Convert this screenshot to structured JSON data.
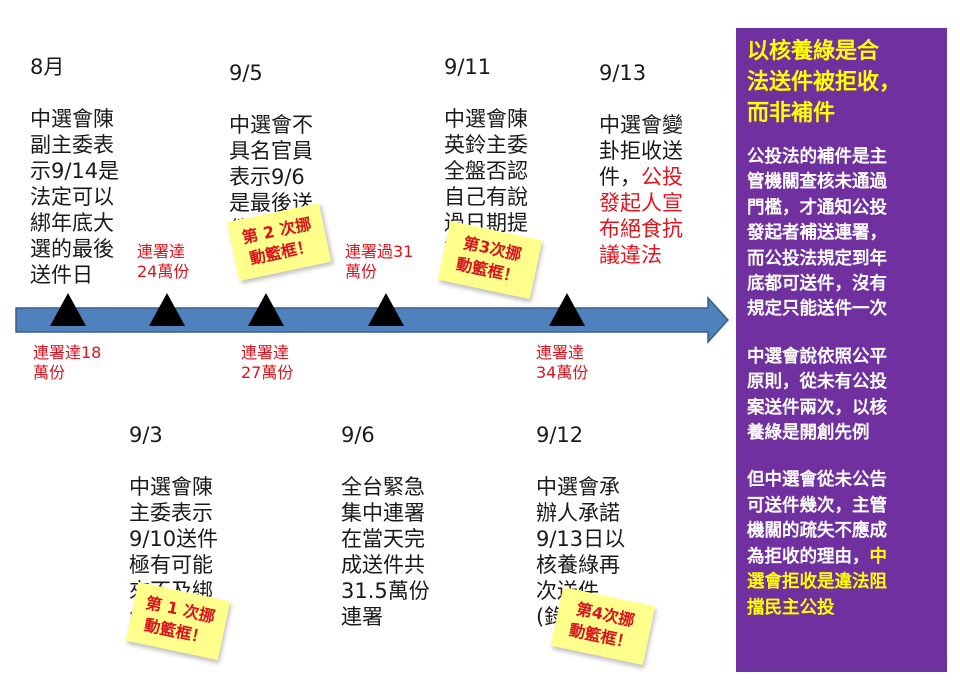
{
  "events_top": [
    {
      "id": "aug",
      "date": "8月",
      "text": "中選會陳\n副主委表\n示9/14是\n法定可以\n綁年底大\n選的最後\n送件日"
    },
    {
      "id": "sep5",
      "date": "9/5",
      "text": "中選會不\n具名官員\n表示9/6\n是最後送\n件期限"
    },
    {
      "id": "sep11",
      "date": "9/11",
      "text": "中選會陳\n英鈴主委\n全盤否認\n自己有說\n過日期提\n前的話"
    },
    {
      "id": "sep13",
      "date": "9/13",
      "text_a": "中選會變\n卦拒收送\n件，",
      "text_b": "公投\n發起人宣\n布絕食抗\n議違法"
    }
  ],
  "events_bottom": [
    {
      "id": "sep3",
      "date": "9/3",
      "text": "中選會陳\n主委表示\n9/10送件\n極有可能\n來不及綁\n年底大選"
    },
    {
      "id": "sep6",
      "date": "9/6",
      "text": "全台緊急\n集中連署\n在當天完\n成送件共\n31.5萬份\n連署"
    },
    {
      "id": "sep12",
      "date": "9/12",
      "text": "中選會承\n辦人承諾\n9/13日以\n核養綠再\n次送件\n(錄影存證)"
    }
  ],
  "signature_labels": {
    "s18": "連署達18\n萬份",
    "s24": "連署達\n24萬份",
    "s27": "連署達\n27萬份",
    "s31": "連署過31\n萬份",
    "s34": "連署達\n34萬份"
  },
  "sticky_notes": {
    "n1": "第 1 次挪\n動籃框！",
    "n2": "第 2 次挪\n動籃框！",
    "n3": "第3次挪\n動籃框！",
    "n4": "第4次挪\n動籃框！"
  },
  "panel": {
    "title": "以核養綠是合\n法送件被拒收，\n而非補件",
    "para1": "公投法的補件是主\n管機關查核未通過\n門檻，才通知公投\n發起者補送連署，\n而公投法規定到年\n底都可送件，沒有\n規定只能送件一次",
    "para2": "中選會說依照公平\n原則，從未有公投\n案送件兩次，以核\n養綠是開創先例",
    "para3_a": "但中選會從未公告\n可送件幾次，主管\n機關的疏失不應成\n為拒收的理由，",
    "para3_b": "中\n選會拒收是違法阻\n擋民主公投"
  },
  "colors": {
    "arrow": "#4f81bd",
    "arrow_border": "#385d8a",
    "marker": "#000000",
    "panel_bg": "#7030a0",
    "panel_title": "#ffff00",
    "panel_text": "#ffffff",
    "label_red": "#d9141e",
    "sticky_bg": "#ffff8c"
  }
}
